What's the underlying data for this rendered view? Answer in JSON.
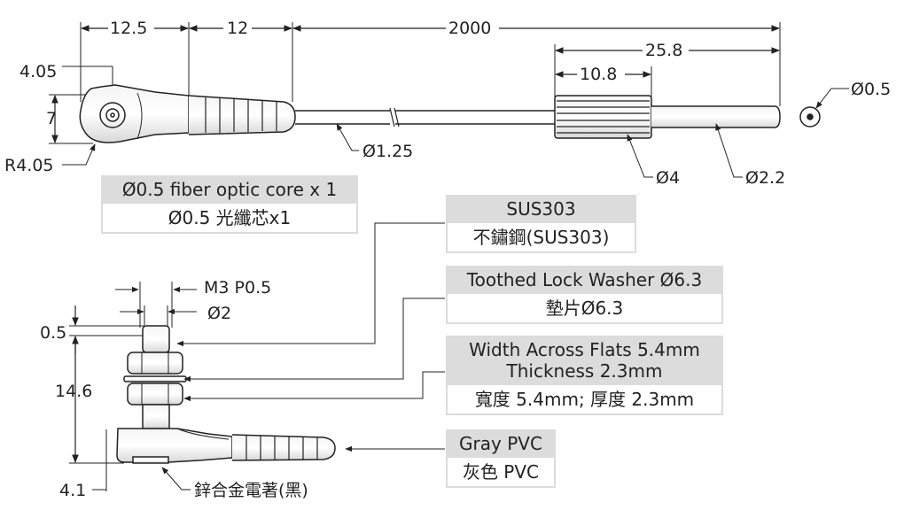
{
  "dimensions_top": {
    "len_12_5": "12.5",
    "len_12": "12",
    "len_2000": "2000",
    "len_25_8": "25.8",
    "len_10_8": "10.8",
    "dim_4_05": "4.05",
    "dim_7": "7",
    "radius_4_05": "R4.05",
    "dia_1_25": "Ø1.25",
    "dia_4": "Ø4",
    "dia_2_2": "Ø2.2",
    "dia_0_5": "Ø0.5"
  },
  "dimensions_bottom": {
    "thread": "M3  P0.5",
    "dia_2": "Ø2",
    "dim_0_5": "0.5",
    "dim_14_6": "14.6",
    "dim_4_1": "4.1",
    "material_zinc": "鋅合金電著(黑)"
  },
  "callouts": {
    "fiber": {
      "en": "Ø0.5 fiber optic core x 1",
      "zh": "Ø0.5 光纖芯x1"
    },
    "stainless": {
      "en": "SUS303",
      "zh": "不鏽鋼(SUS303)"
    },
    "washer": {
      "en": "Toothed Lock Washer Ø6.3",
      "zh": "墊片Ø6.3"
    },
    "nut": {
      "en_line1": "Width Across Flats 5.4mm",
      "en_line2": "Thickness 2.3mm",
      "zh": "寬度 5.4mm; 厚度 2.3mm"
    },
    "pvc": {
      "en": "Gray PVC",
      "zh": "灰色 PVC"
    }
  }
}
